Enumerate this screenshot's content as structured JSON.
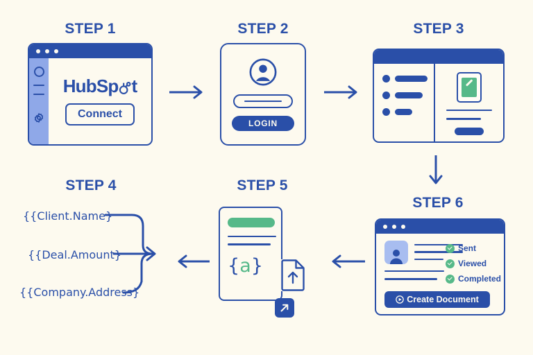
{
  "page": {
    "title": "HubSpot document automation 6-step flow",
    "background_color": "#fdfaef",
    "accent_blue": "#2a4fa8",
    "accent_green": "#56b989",
    "accent_light_blue": "#8fa8e8"
  },
  "steps": [
    {
      "label": "STEP 1"
    },
    {
      "label": "STEP 2"
    },
    {
      "label": "STEP 3"
    },
    {
      "label": "STEP 4"
    },
    {
      "label": "STEP 5"
    },
    {
      "label": "STEP 6"
    }
  ],
  "step1": {
    "label": "STEP 1",
    "brand_name": "HubSp",
    "brand_name_tail": "t",
    "connect_label": "Connect",
    "sidebar_icons": [
      "circle-icon",
      "line-icon",
      "line-icon",
      "gear-icon"
    ],
    "window_dots": 3
  },
  "step2": {
    "label": "STEP 2",
    "login_label": "LOGIN",
    "avatar_icon": "user-avatar-icon",
    "password_field_value": ""
  },
  "step3": {
    "label": "STEP 3",
    "list_items": 3,
    "thumbnail_icon": "edit-pencil-icon",
    "window_dots": 0
  },
  "step4": {
    "label": "STEP 4",
    "tokens": [
      "{{Client.Name}",
      "{{Deal.Amount}",
      "{{Company.Address}"
    ]
  },
  "step5": {
    "label": "STEP 5",
    "merge_token": "{",
    "merge_token_letter": "a",
    "merge_token_close": "}",
    "upload_icon": "file-upload-icon",
    "external_link_icon": "external-link-icon"
  },
  "step6": {
    "label": "STEP 6",
    "statuses": [
      "Sent",
      "Viewed",
      "Completed"
    ],
    "cta_label": "Create Document",
    "cta_icon": "play-circle-icon",
    "avatar_icon": "user-avatar-icon",
    "window_dots": 3
  },
  "arrows": [
    {
      "name": "arrow-step1-to-step2",
      "direction": "right"
    },
    {
      "name": "arrow-step2-to-step3",
      "direction": "right"
    },
    {
      "name": "arrow-step3-to-step6",
      "direction": "down"
    },
    {
      "name": "arrow-step6-to-step5",
      "direction": "left"
    },
    {
      "name": "arrow-step5-to-step4",
      "direction": "left"
    },
    {
      "name": "arrow-tokens-merge",
      "direction": "right"
    }
  ]
}
